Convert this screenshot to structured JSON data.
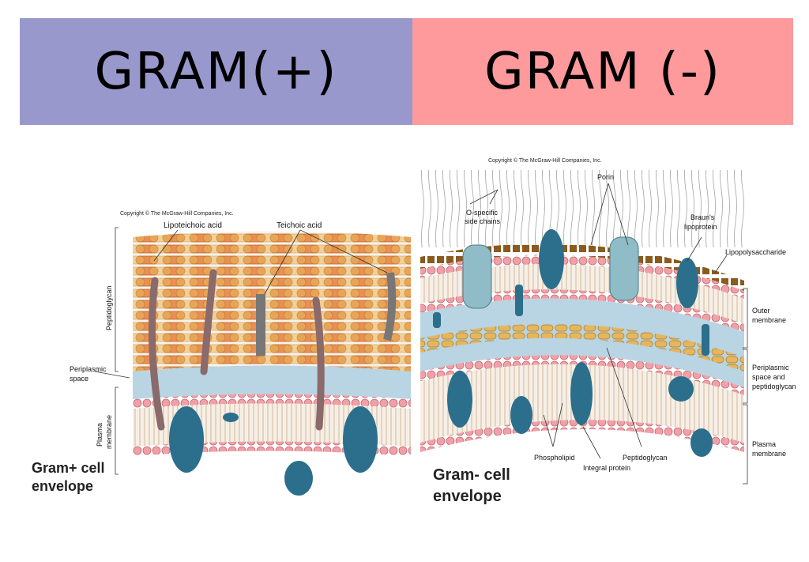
{
  "headers": {
    "left_title": "GRAM(+)",
    "right_title": "GRAM (-)",
    "left_color": "#9998cc",
    "right_color": "#fe9a9c"
  },
  "gram_positive": {
    "copyright": "Copyright © The McGraw-Hill Companies, Inc.",
    "labels": {
      "lipoteichoic": "Lipoteichoic acid",
      "teichoic": "Teichoic acid",
      "peptidoglycan": "Peptidoglycan",
      "periplasmic": "Periplasmic",
      "space": "space",
      "plasma_membrane_1": "Plasma",
      "plasma_membrane_2": "membrane"
    },
    "caption_line1": "Gram+ cell",
    "caption_line2": "envelope"
  },
  "gram_negative": {
    "copyright": "Copyright © The McGraw-Hill Companies, Inc.",
    "labels": {
      "o_specific_1": "O-specific",
      "o_specific_2": "side chains",
      "porin": "Porin",
      "brauns_1": "Braun's",
      "brauns_2": "lipoprotein",
      "lps": "Lipopolysaccharide",
      "outer_1": "Outer",
      "outer_2": "membrane",
      "peri_1": "Periplasmic",
      "peri_2": "space and",
      "peri_3": "peptidoglycan",
      "plasma_1": "Plasma",
      "plasma_2": "membrane",
      "phospholipid": "Phospholipid",
      "peptidoglycan": "Peptidoglycan",
      "integral": "Integral protein"
    },
    "caption_line1": "Gram- cell",
    "caption_line2": "envelope"
  },
  "colors": {
    "protein": "#2b6f8c",
    "porin": "#8fbcc6",
    "phospholipid_head": "#f2a0a8",
    "periplasm": "#b9d4e2",
    "pg_orange": "#e98b4b",
    "pg_yellow": "#e8b65a",
    "lps_band": "#8a5a1e"
  }
}
